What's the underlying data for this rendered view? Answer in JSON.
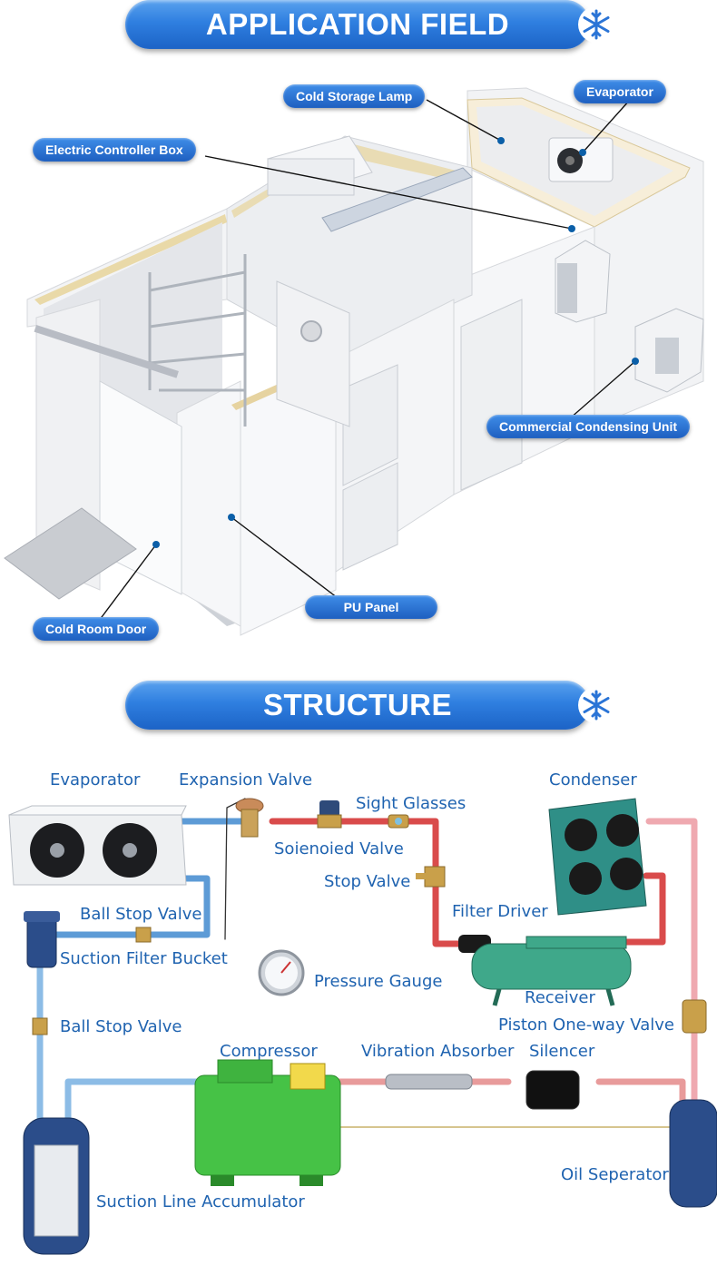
{
  "application": {
    "title": "APPLICATION FIELD",
    "callouts": {
      "cold_storage_lamp": "Cold Storage Lamp",
      "evaporator": "Evaporator",
      "electric_controller_box": "Electric Controller Box",
      "commercial_condensing_unit": "Commercial Condensing Unit",
      "pu_panel": "PU Panel",
      "cold_room_door": "Cold Room Door"
    }
  },
  "structure": {
    "title": "STRUCTURE",
    "labels": {
      "evaporator": "Evaporator",
      "expansion_valve": "Expansion Valve",
      "sight_glasses": "Sight Glasses",
      "condenser": "Condenser",
      "solenoid_valve": "Soienoied Valve",
      "stop_valve": "Stop Valve",
      "ball_stop_valve_1": "Ball Stop Valve",
      "filter_driver": "Filter Driver",
      "suction_filter_bucket": "Suction Filter Bucket",
      "pressure_gauge": "Pressure Gauge",
      "receiver": "Receiver",
      "ball_stop_valve_2": "Ball Stop Valve",
      "piston_one_way_valve": "Piston One-way Valve",
      "compressor": "Compressor",
      "vibration_absorber": "Vibration Absorber",
      "silencer": "Silencer",
      "oil_separator": "Oil Seperator",
      "suction_line_accumulator": "Suction Line Accumulator"
    }
  },
  "colors": {
    "banner_blue": "#2f7fe0",
    "label_blue": "#1f63b0",
    "pipe_blue": "#7fb6e6",
    "pipe_red": "#e07b7b",
    "compressor_green": "#46c246",
    "receiver_green": "#3fa88a"
  }
}
